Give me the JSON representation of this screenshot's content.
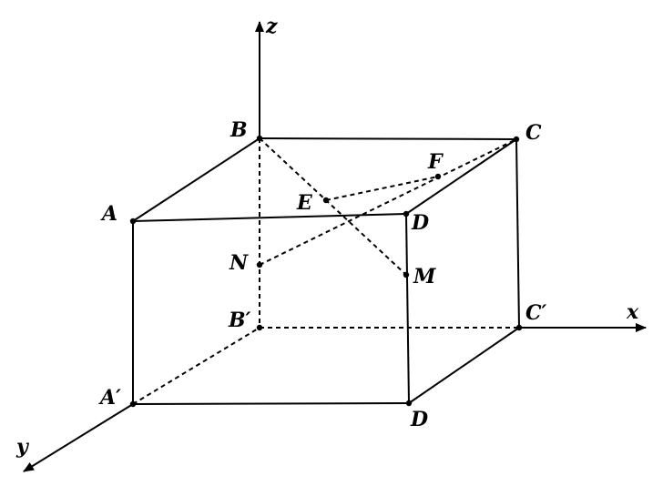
{
  "axes": {
    "x_label": "x",
    "y_label": "y",
    "z_label": "z"
  },
  "points": {
    "A": "A",
    "B": "B",
    "C": "C",
    "D_top": "D",
    "A_prime": "A′",
    "B_prime": "B′",
    "C_prime": "C′",
    "D_bottom": "D",
    "E": "E",
    "F": "F",
    "M": "M",
    "N": "N"
  },
  "colors": {
    "ink": "#000000",
    "background": "#ffffff"
  }
}
